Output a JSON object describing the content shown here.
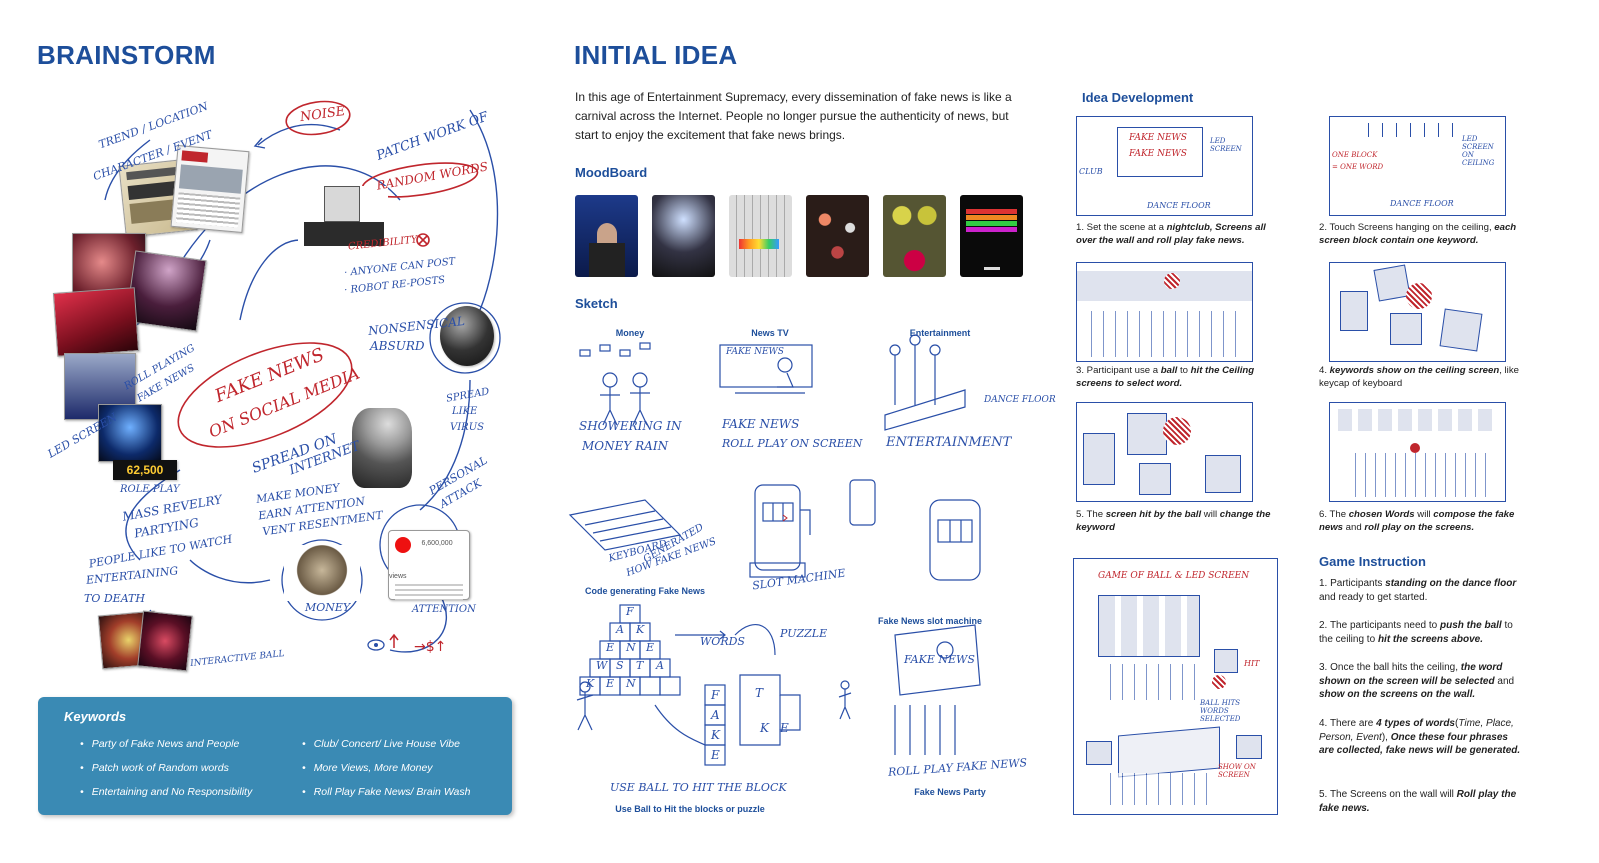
{
  "brainstorm": {
    "title": "BRAINSTORM",
    "notes": {
      "noise": "NOISE",
      "patchwork": "PATCH WORK OF",
      "random_words": "RANDOM WORDS",
      "trend": "TREND / LOCATION",
      "character": "CHARACTER / EVENT",
      "credibility": "CREDIBILITY",
      "anyone_can_post": "· ANYONE CAN POST",
      "robot_reposts": "· ROBOT RE-POSTS",
      "nonsensical": "NONSENSICAL",
      "absurd": "ABSURD",
      "center_1": "FAKE NEWS",
      "center_2": "ON SOCIAL MEDIA",
      "spread_internet_1": "SPREAD ON",
      "spread_internet_2": "INTERNET",
      "spread_virus_1": "SPREAD",
      "spread_virus_2": "LIKE",
      "spread_virus_3": "VIRUS",
      "make_money_1": "MAKE MONEY",
      "make_money_2": "EARN ATTENTION",
      "make_money_3": "VENT RESENTMENT",
      "personal_attack_1": "PERSONAL",
      "personal_attack_2": "ATTACK",
      "roll_playing_1": "ROLL PLAYING",
      "roll_playing_2": "FAKE NEWS",
      "led_screen": "LED SCREEN",
      "role_play": "ROLE PLAY",
      "mass_revelry_1": "MASS REVELRY",
      "mass_revelry_2": "PARTYING",
      "people_like_1": "PEOPLE LIKE TO WATCH",
      "people_like_2": "ENTERTAINING",
      "people_like_3": "TO DEATH",
      "money": "MONEY",
      "attention": "ATTENTION",
      "interactive": "INTERACTIVE BALL",
      "price": "62,500",
      "views": "6,600,000 views"
    }
  },
  "keywords": {
    "title": "Keywords",
    "left": [
      "Party of Fake News and People",
      "Patch work of Random words",
      "Entertaining and No Responsibility"
    ],
    "right": [
      "Club/ Concert/ Live House Vibe",
      "More Views, More Money",
      "Roll Play Fake News/ Brain Wash"
    ]
  },
  "initial_idea": {
    "title": "INITIAL IDEA",
    "intro": "In this age of Entertainment Supremacy, every dissemination of fake news is like a carnival across the Internet. People no longer pursue the authenticity of news, but start to enjoy the excitement that fake news brings.",
    "moodboard_title": "MoodBoard",
    "sketch_title": "Sketch",
    "sketches": {
      "money": "Money",
      "newstv": "News TV",
      "entertainment": "Entertainment",
      "code": "Code generating Fake News",
      "slot": "Fake News slot machine",
      "ball": "Use Ball to Hit the blocks or puzzle",
      "party": "Fake News Party"
    },
    "sketch_notes": {
      "showering_1": "SHOWERING IN",
      "showering_2": "MONEY RAIN",
      "fake_news_1": "FAKE NEWS",
      "fake_news_2": "ROLL PLAY ON SCREEN",
      "dance_floor": "DANCE FLOOR",
      "entertainment": "ENTERTAINMENT",
      "keyboard_1": "KEYBOARD",
      "keyboard_2": "HOW FAKE NEWS",
      "keyboard_3": "GENERATED",
      "slot_machine": "SLOT MACHINE",
      "words": "WORDS",
      "puzzle": "PUZZLE",
      "use_ball": "USE BALL TO HIT THE BLOCK",
      "roll_play": "ROLL PLAY FAKE NEWS",
      "fake_tv": "FAKE NEWS",
      "fake_blocks": [
        "F",
        "A",
        "K",
        "E"
      ],
      "puzzle_letters": [
        "T",
        "K",
        "E"
      ],
      "pyramid_letters": [
        "F",
        "A",
        "K",
        "E",
        "N",
        "E",
        "W",
        "S",
        "T",
        "A",
        "K",
        "E",
        "N"
      ]
    }
  },
  "idea_development": {
    "title": "Idea Development",
    "steps": [
      {
        "n": "1. Set the scene at a ",
        "b1": "nightclub, Screens",
        "rest": " all over the wall and roll play fake news."
      },
      {
        "n": "2. Touch Screens hanging on the ceiling, ",
        "b1": "each screen block contain one keyword.",
        "rest": ""
      },
      {
        "n": "3. Participant use a ",
        "b1": "ball",
        "rest": " to hit the Ceiling screens to select word."
      },
      {
        "n": "4. ",
        "b1": "keywords show on the ceiling screen",
        "rest": ", like keycap of keyboard"
      },
      {
        "n": "5. The ",
        "b1": "screen hit by the ball",
        "rest": " will change the keyword"
      },
      {
        "n": "6. The ",
        "b1": "chosen Words",
        "rest": " will compose the fake news and roll play on the screens."
      }
    ],
    "sketch_text": {
      "s1_a": "FAKE NEWS",
      "s1_b": "FAKE NEWS",
      "s1_club": "CLUB",
      "s1_led": "LED SCREEN",
      "s1_floor": "DANCE FLOOR",
      "s2_block": "ONE BLOCK",
      "s2_word": "= ONE WORD",
      "s2_led": "LED SCREEN ON CEILING",
      "s2_floor": "DANCE FLOOR",
      "game_title": "GAME OF BALL & LED SCREEN",
      "hit": "HIT",
      "ball_hit": "BALL HITS WORDS SELECTED",
      "show": "SHOW ON SCREEN"
    }
  },
  "game_instruction": {
    "title": "Game Instruction"
  },
  "colors": {
    "brand_blue": "#1d4e9a",
    "ink_blue": "#2a4fa8",
    "ink_red": "#c0262d",
    "keyword_box": "#3a8ab4"
  }
}
